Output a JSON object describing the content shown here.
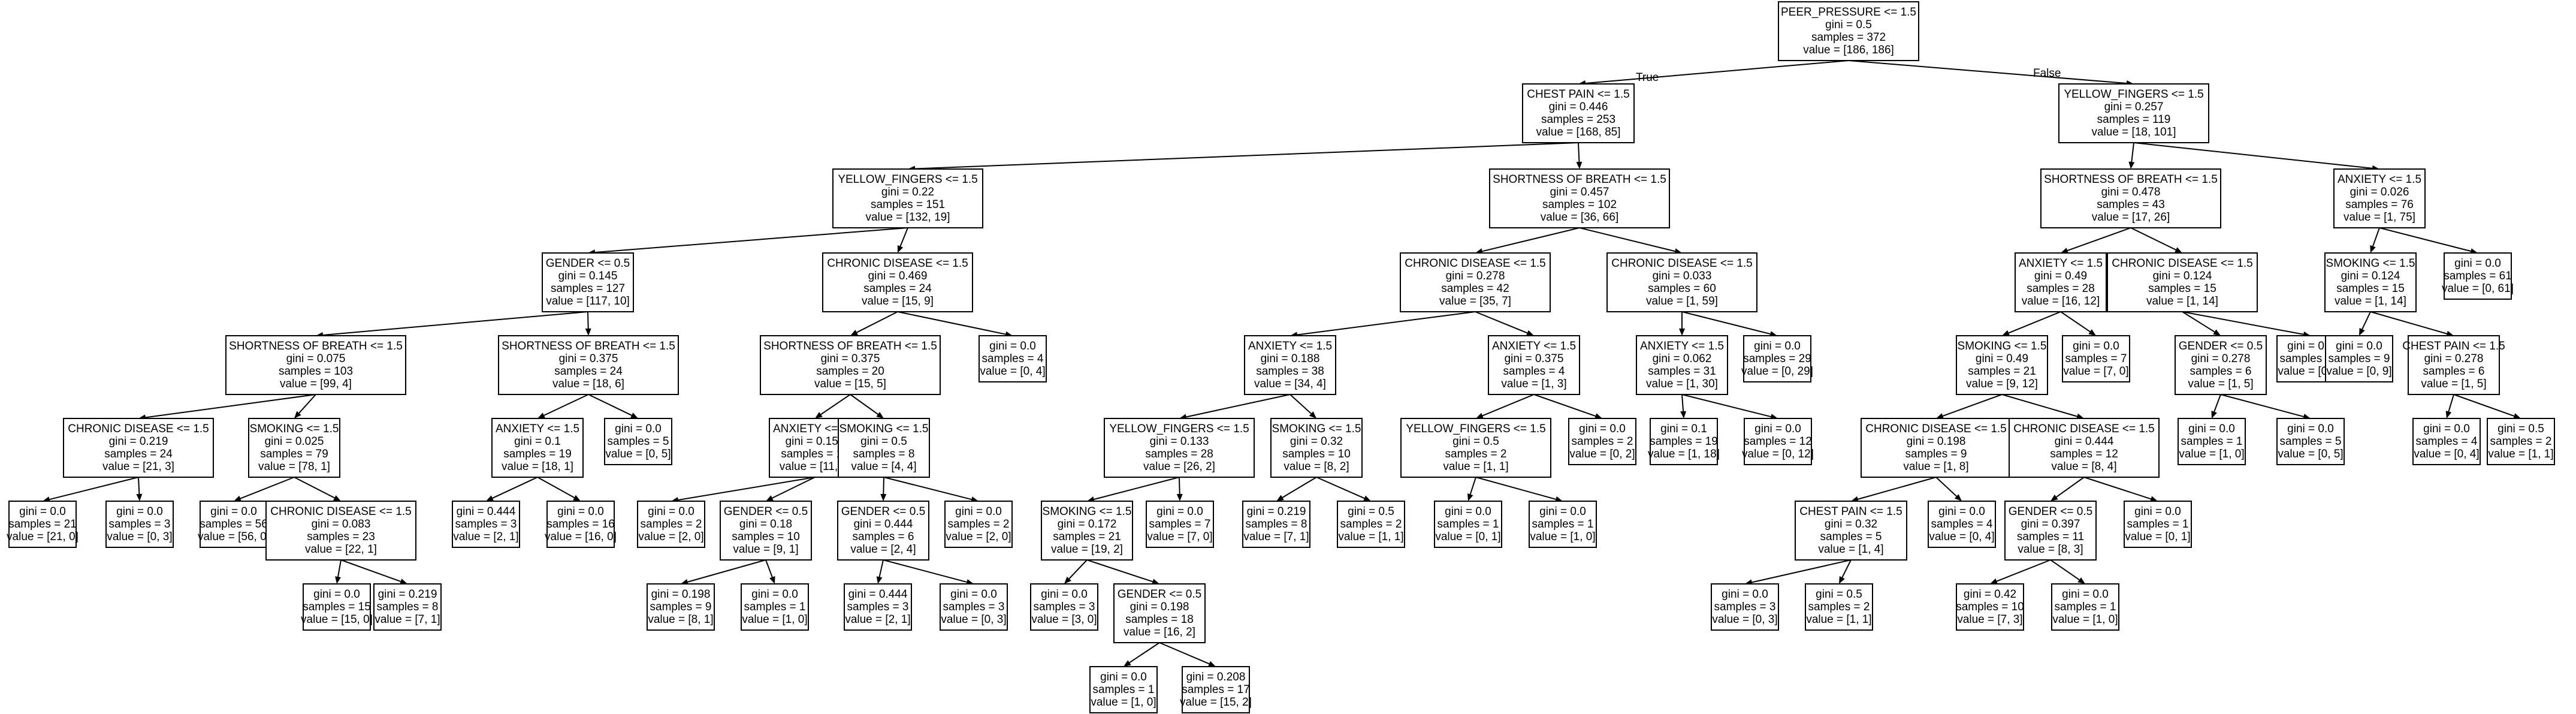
{
  "tree": {
    "branch_labels": {
      "true_label": "True",
      "false_label": "False"
    },
    "colors": {
      "node_fill": "#ffffff",
      "node_stroke": "#000000",
      "text": "#000000"
    },
    "nodes": [
      {
        "id": 0,
        "lines": [
          "PEER_PRESSURE <= 1.5",
          "gini = 0.5",
          "samples = 372",
          "value = [186, 186]"
        ]
      },
      {
        "id": 1,
        "lines": [
          "CHEST PAIN <= 1.5",
          "gini = 0.446",
          "samples = 253",
          "value = [168, 85]"
        ]
      },
      {
        "id": 2,
        "lines": [
          "YELLOW_FINGERS <= 1.5",
          "gini = 0.257",
          "samples = 119",
          "value = [18, 101]"
        ]
      },
      {
        "id": 3,
        "lines": [
          "YELLOW_FINGERS <= 1.5",
          "gini = 0.22",
          "samples = 151",
          "value = [132, 19]"
        ]
      },
      {
        "id": 4,
        "lines": [
          "SHORTNESS OF BREATH <= 1.5",
          "gini = 0.457",
          "samples = 102",
          "value = [36, 66]"
        ]
      },
      {
        "id": 5,
        "lines": [
          "SHORTNESS OF BREATH <= 1.5",
          "gini = 0.478",
          "samples = 43",
          "value = [17, 26]"
        ]
      },
      {
        "id": 6,
        "lines": [
          "ANXIETY <= 1.5",
          "gini = 0.026",
          "samples = 76",
          "value = [1, 75]"
        ]
      },
      {
        "id": 7,
        "lines": [
          "GENDER <= 0.5",
          "gini = 0.145",
          "samples = 127",
          "value = [117, 10]"
        ]
      },
      {
        "id": 8,
        "lines": [
          "CHRONIC DISEASE <= 1.5",
          "gini = 0.469",
          "samples = 24",
          "value = [15, 9]"
        ]
      },
      {
        "id": 9,
        "lines": [
          "CHRONIC DISEASE <= 1.5",
          "gini = 0.278",
          "samples = 42",
          "value = [35, 7]"
        ]
      },
      {
        "id": 10,
        "lines": [
          "CHRONIC DISEASE <= 1.5",
          "gini = 0.033",
          "samples = 60",
          "value = [1, 59]"
        ]
      },
      {
        "id": 11,
        "lines": [
          "ANXIETY <= 1.5",
          "gini = 0.49",
          "samples = 28",
          "value = [16, 12]"
        ]
      },
      {
        "id": 12,
        "lines": [
          "CHRONIC DISEASE <= 1.5",
          "gini = 0.124",
          "samples = 15",
          "value = [1, 14]"
        ]
      },
      {
        "id": 13,
        "lines": [
          "SMOKING <= 1.5",
          "gini = 0.124",
          "samples = 15",
          "value = [1, 14]"
        ]
      },
      {
        "id": 14,
        "lines": [
          "gini = 0.0",
          "samples = 61",
          "value = [0, 61]"
        ]
      },
      {
        "id": 15,
        "lines": [
          "SHORTNESS OF BREATH <= 1.5",
          "gini = 0.075",
          "samples = 103",
          "value = [99, 4]"
        ]
      },
      {
        "id": 16,
        "lines": [
          "SHORTNESS OF BREATH <= 1.5",
          "gini = 0.375",
          "samples = 24",
          "value = [18, 6]"
        ]
      },
      {
        "id": 17,
        "lines": [
          "SHORTNESS OF BREATH <= 1.5",
          "gini = 0.375",
          "samples = 20",
          "value = [15, 5]"
        ]
      },
      {
        "id": 18,
        "lines": [
          "gini = 0.0",
          "samples = 4",
          "value = [0, 4]"
        ]
      },
      {
        "id": 19,
        "lines": [
          "ANXIETY <= 1.5",
          "gini = 0.188",
          "samples = 38",
          "value = [34, 4]"
        ]
      },
      {
        "id": 20,
        "lines": [
          "ANXIETY <= 1.5",
          "gini = 0.375",
          "samples = 4",
          "value = [1, 3]"
        ]
      },
      {
        "id": 21,
        "lines": [
          "ANXIETY <= 1.5",
          "gini = 0.062",
          "samples = 31",
          "value = [1, 30]"
        ]
      },
      {
        "id": 22,
        "lines": [
          "gini = 0.0",
          "samples = 29",
          "value = [0, 29]"
        ]
      },
      {
        "id": 23,
        "lines": [
          "SMOKING <= 1.5",
          "gini = 0.49",
          "samples = 21",
          "value = [9, 12]"
        ]
      },
      {
        "id": 24,
        "lines": [
          "gini = 0.0",
          "samples = 7",
          "value = [7, 0]"
        ]
      },
      {
        "id": 25,
        "lines": [
          "GENDER <= 0.5",
          "gini = 0.278",
          "samples = 6",
          "value = [1, 5]"
        ]
      },
      {
        "id": 26,
        "lines": [
          "gini = 0.0",
          "samples = 9",
          "value = [0, 9]"
        ]
      },
      {
        "id": 27,
        "lines": [
          "gini = 0.0",
          "samples = 9",
          "value = [0, 9]"
        ]
      },
      {
        "id": 28,
        "lines": [
          "CHEST PAIN <= 1.5",
          "gini = 0.278",
          "samples = 6",
          "value = [1, 5]"
        ]
      },
      {
        "id": 29,
        "lines": [
          "CHRONIC DISEASE <= 1.5",
          "gini = 0.219",
          "samples = 24",
          "value = [21, 3]"
        ]
      },
      {
        "id": 30,
        "lines": [
          "SMOKING <= 1.5",
          "gini = 0.025",
          "samples = 79",
          "value = [78, 1]"
        ]
      },
      {
        "id": 31,
        "lines": [
          "ANXIETY <= 1.5",
          "gini = 0.1",
          "samples = 19",
          "value = [18, 1]"
        ]
      },
      {
        "id": 32,
        "lines": [
          "gini = 0.0",
          "samples = 5",
          "value = [0, 5]"
        ]
      },
      {
        "id": 33,
        "lines": [
          "ANXIETY <= 1.5",
          "gini = 0.153",
          "samples = 12",
          "value = [11, 1]"
        ]
      },
      {
        "id": 34,
        "lines": [
          "SMOKING <= 1.5",
          "gini = 0.5",
          "samples = 8",
          "value = [4, 4]"
        ]
      },
      {
        "id": 35,
        "lines": [
          "YELLOW_FINGERS <= 1.5",
          "gini = 0.133",
          "samples = 28",
          "value = [26, 2]"
        ]
      },
      {
        "id": 36,
        "lines": [
          "SMOKING <= 1.5",
          "gini = 0.32",
          "samples = 10",
          "value = [8, 2]"
        ]
      },
      {
        "id": 37,
        "lines": [
          "YELLOW_FINGERS <= 1.5",
          "gini = 0.5",
          "samples = 2",
          "value = [1, 1]"
        ]
      },
      {
        "id": 38,
        "lines": [
          "gini = 0.0",
          "samples = 2",
          "value = [0, 2]"
        ]
      },
      {
        "id": 39,
        "lines": [
          "gini = 0.1",
          "samples = 19",
          "value = [1, 18]"
        ]
      },
      {
        "id": 40,
        "lines": [
          "gini = 0.0",
          "samples = 12",
          "value = [0, 12]"
        ]
      },
      {
        "id": 41,
        "lines": [
          "CHRONIC DISEASE <= 1.5",
          "gini = 0.198",
          "samples = 9",
          "value = [1, 8]"
        ]
      },
      {
        "id": 42,
        "lines": [
          "CHRONIC DISEASE <= 1.5",
          "gini = 0.444",
          "samples = 12",
          "value = [8, 4]"
        ]
      },
      {
        "id": 43,
        "lines": [
          "gini = 0.0",
          "samples = 1",
          "value = [1, 0]"
        ]
      },
      {
        "id": 44,
        "lines": [
          "gini = 0.0",
          "samples = 5",
          "value = [0, 5]"
        ]
      },
      {
        "id": 45,
        "lines": [
          "gini = 0.0",
          "samples = 4",
          "value = [0, 4]"
        ]
      },
      {
        "id": 46,
        "lines": [
          "gini = 0.5",
          "samples = 2",
          "value = [1, 1]"
        ]
      },
      {
        "id": 47,
        "lines": [
          "gini = 0.0",
          "samples = 21",
          "value = [21, 0]"
        ]
      },
      {
        "id": 48,
        "lines": [
          "gini = 0.0",
          "samples = 3",
          "value = [0, 3]"
        ]
      },
      {
        "id": 49,
        "lines": [
          "gini = 0.0",
          "samples = 56",
          "value = [56, 0]"
        ]
      },
      {
        "id": 50,
        "lines": [
          "CHRONIC DISEASE <= 1.5",
          "gini = 0.083",
          "samples = 23",
          "value = [22, 1]"
        ]
      },
      {
        "id": 51,
        "lines": [
          "gini = 0.444",
          "samples = 3",
          "value = [2, 1]"
        ]
      },
      {
        "id": 52,
        "lines": [
          "gini = 0.0",
          "samples = 16",
          "value = [16, 0]"
        ]
      },
      {
        "id": 53,
        "lines": [
          "gini = 0.0",
          "samples = 2",
          "value = [2, 0]"
        ]
      },
      {
        "id": 54,
        "lines": [
          "GENDER <= 0.5",
          "gini = 0.18",
          "samples = 10",
          "value = [9, 1]"
        ]
      },
      {
        "id": 55,
        "lines": [
          "GENDER <= 0.5",
          "gini = 0.444",
          "samples = 6",
          "value = [2, 4]"
        ]
      },
      {
        "id": 56,
        "lines": [
          "gini = 0.0",
          "samples = 2",
          "value = [2, 0]"
        ]
      },
      {
        "id": 57,
        "lines": [
          "SMOKING <= 1.5",
          "gini = 0.172",
          "samples = 21",
          "value = [19, 2]"
        ]
      },
      {
        "id": 58,
        "lines": [
          "gini = 0.0",
          "samples = 7",
          "value = [7, 0]"
        ]
      },
      {
        "id": 59,
        "lines": [
          "gini = 0.219",
          "samples = 8",
          "value = [7, 1]"
        ]
      },
      {
        "id": 60,
        "lines": [
          "gini = 0.5",
          "samples = 2",
          "value = [1, 1]"
        ]
      },
      {
        "id": 61,
        "lines": [
          "gini = 0.0",
          "samples = 1",
          "value = [0, 1]"
        ]
      },
      {
        "id": 62,
        "lines": [
          "gini = 0.0",
          "samples = 1",
          "value = [1, 0]"
        ]
      },
      {
        "id": 63,
        "lines": [
          "CHEST PAIN <= 1.5",
          "gini = 0.32",
          "samples = 5",
          "value = [1, 4]"
        ]
      },
      {
        "id": 64,
        "lines": [
          "gini = 0.0",
          "samples = 4",
          "value = [0, 4]"
        ]
      },
      {
        "id": 65,
        "lines": [
          "GENDER <= 0.5",
          "gini = 0.397",
          "samples = 11",
          "value = [8, 3]"
        ]
      },
      {
        "id": 66,
        "lines": [
          "gini = 0.0",
          "samples = 1",
          "value = [0, 1]"
        ]
      },
      {
        "id": 67,
        "lines": [
          "gini = 0.0",
          "samples = 15",
          "value = [15, 0]"
        ]
      },
      {
        "id": 68,
        "lines": [
          "gini = 0.219",
          "samples = 8",
          "value = [7, 1]"
        ]
      },
      {
        "id": 69,
        "lines": [
          "gini = 0.198",
          "samples = 9",
          "value = [8, 1]"
        ]
      },
      {
        "id": 70,
        "lines": [
          "gini = 0.0",
          "samples = 1",
          "value = [1, 0]"
        ]
      },
      {
        "id": 71,
        "lines": [
          "gini = 0.444",
          "samples = 3",
          "value = [2, 1]"
        ]
      },
      {
        "id": 72,
        "lines": [
          "gini = 0.0",
          "samples = 3",
          "value = [0, 3]"
        ]
      },
      {
        "id": 73,
        "lines": [
          "gini = 0.0",
          "samples = 3",
          "value = [3, 0]"
        ]
      },
      {
        "id": 74,
        "lines": [
          "GENDER <= 0.5",
          "gini = 0.198",
          "samples = 18",
          "value = [16, 2]"
        ]
      },
      {
        "id": 75,
        "lines": [
          "gini = 0.0",
          "samples = 3",
          "value = [0, 3]"
        ]
      },
      {
        "id": 76,
        "lines": [
          "gini = 0.5",
          "samples = 2",
          "value = [1, 1]"
        ]
      },
      {
        "id": 77,
        "lines": [
          "gini = 0.42",
          "samples = 10",
          "value = [7, 3]"
        ]
      },
      {
        "id": 78,
        "lines": [
          "gini = 0.0",
          "samples = 1",
          "value = [1, 0]"
        ]
      },
      {
        "id": 79,
        "lines": [
          "gini = 0.0",
          "samples = 1",
          "value = [1, 0]"
        ]
      },
      {
        "id": 80,
        "lines": [
          "gini = 0.208",
          "samples = 17",
          "value = [15, 2]"
        ]
      }
    ],
    "edges": [
      [
        0,
        1
      ],
      [
        0,
        2
      ],
      [
        1,
        3
      ],
      [
        1,
        4
      ],
      [
        2,
        5
      ],
      [
        2,
        6
      ],
      [
        3,
        7
      ],
      [
        3,
        8
      ],
      [
        4,
        9
      ],
      [
        4,
        10
      ],
      [
        5,
        11
      ],
      [
        5,
        12
      ],
      [
        6,
        13
      ],
      [
        6,
        14
      ],
      [
        7,
        15
      ],
      [
        7,
        16
      ],
      [
        8,
        17
      ],
      [
        8,
        18
      ],
      [
        9,
        19
      ],
      [
        9,
        20
      ],
      [
        10,
        21
      ],
      [
        10,
        22
      ],
      [
        11,
        23
      ],
      [
        11,
        24
      ],
      [
        12,
        25
      ],
      [
        12,
        26
      ],
      [
        13,
        27
      ],
      [
        13,
        28
      ],
      [
        15,
        29
      ],
      [
        15,
        30
      ],
      [
        16,
        31
      ],
      [
        16,
        32
      ],
      [
        17,
        33
      ],
      [
        17,
        34
      ],
      [
        19,
        35
      ],
      [
        19,
        36
      ],
      [
        20,
        37
      ],
      [
        20,
        38
      ],
      [
        21,
        39
      ],
      [
        21,
        40
      ],
      [
        23,
        41
      ],
      [
        23,
        42
      ],
      [
        25,
        43
      ],
      [
        25,
        44
      ],
      [
        28,
        45
      ],
      [
        28,
        46
      ],
      [
        29,
        47
      ],
      [
        29,
        48
      ],
      [
        30,
        49
      ],
      [
        30,
        50
      ],
      [
        31,
        51
      ],
      [
        31,
        52
      ],
      [
        33,
        53
      ],
      [
        33,
        54
      ],
      [
        34,
        55
      ],
      [
        34,
        56
      ],
      [
        35,
        57
      ],
      [
        35,
        58
      ],
      [
        36,
        59
      ],
      [
        36,
        60
      ],
      [
        37,
        61
      ],
      [
        37,
        62
      ],
      [
        41,
        63
      ],
      [
        41,
        64
      ],
      [
        42,
        65
      ],
      [
        42,
        66
      ],
      [
        50,
        67
      ],
      [
        50,
        68
      ],
      [
        54,
        69
      ],
      [
        54,
        70
      ],
      [
        55,
        71
      ],
      [
        55,
        72
      ],
      [
        57,
        73
      ],
      [
        57,
        74
      ],
      [
        63,
        75
      ],
      [
        63,
        76
      ],
      [
        65,
        77
      ],
      [
        65,
        78
      ],
      [
        74,
        79
      ],
      [
        74,
        80
      ]
    ]
  }
}
